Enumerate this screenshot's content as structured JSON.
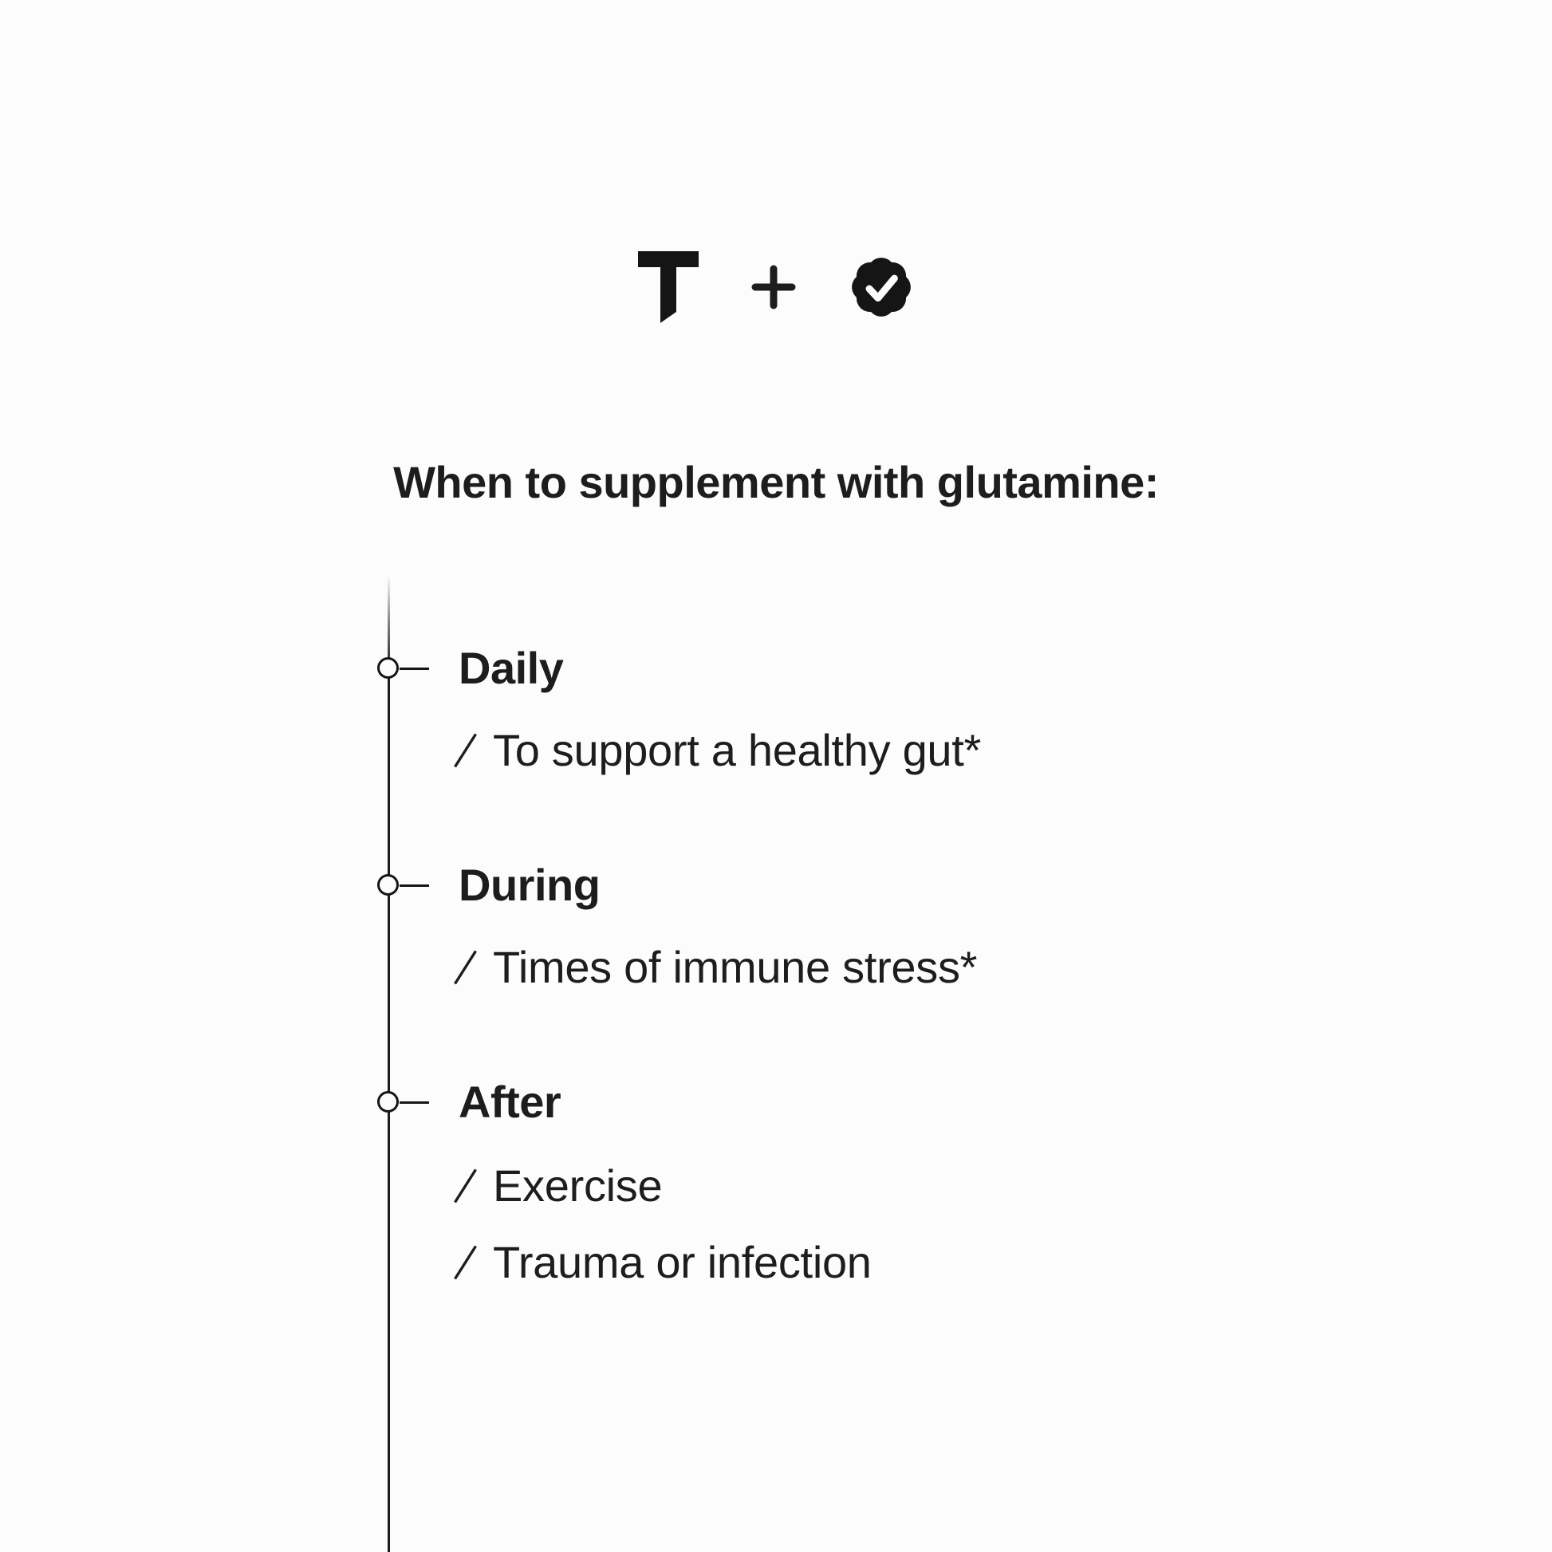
{
  "brand": {
    "logo_letter": "T",
    "plus_sign": "+",
    "badge": "verified-badge-with-checkmark"
  },
  "heading": {
    "text": "When to supplement with glutamine:"
  },
  "timeline": {
    "sections": [
      {
        "label": "Daily",
        "items": [
          "To support a healthy gut*"
        ]
      },
      {
        "label": "During",
        "items": [
          "Times of immune stress*"
        ]
      },
      {
        "label": "After",
        "items": [
          "Exercise",
          "Trauma or infection"
        ]
      }
    ]
  },
  "colors": {
    "text": "#1d1d1d",
    "background": "#fcfcfc",
    "line": "#1b1b1b",
    "icon": "#151515"
  }
}
